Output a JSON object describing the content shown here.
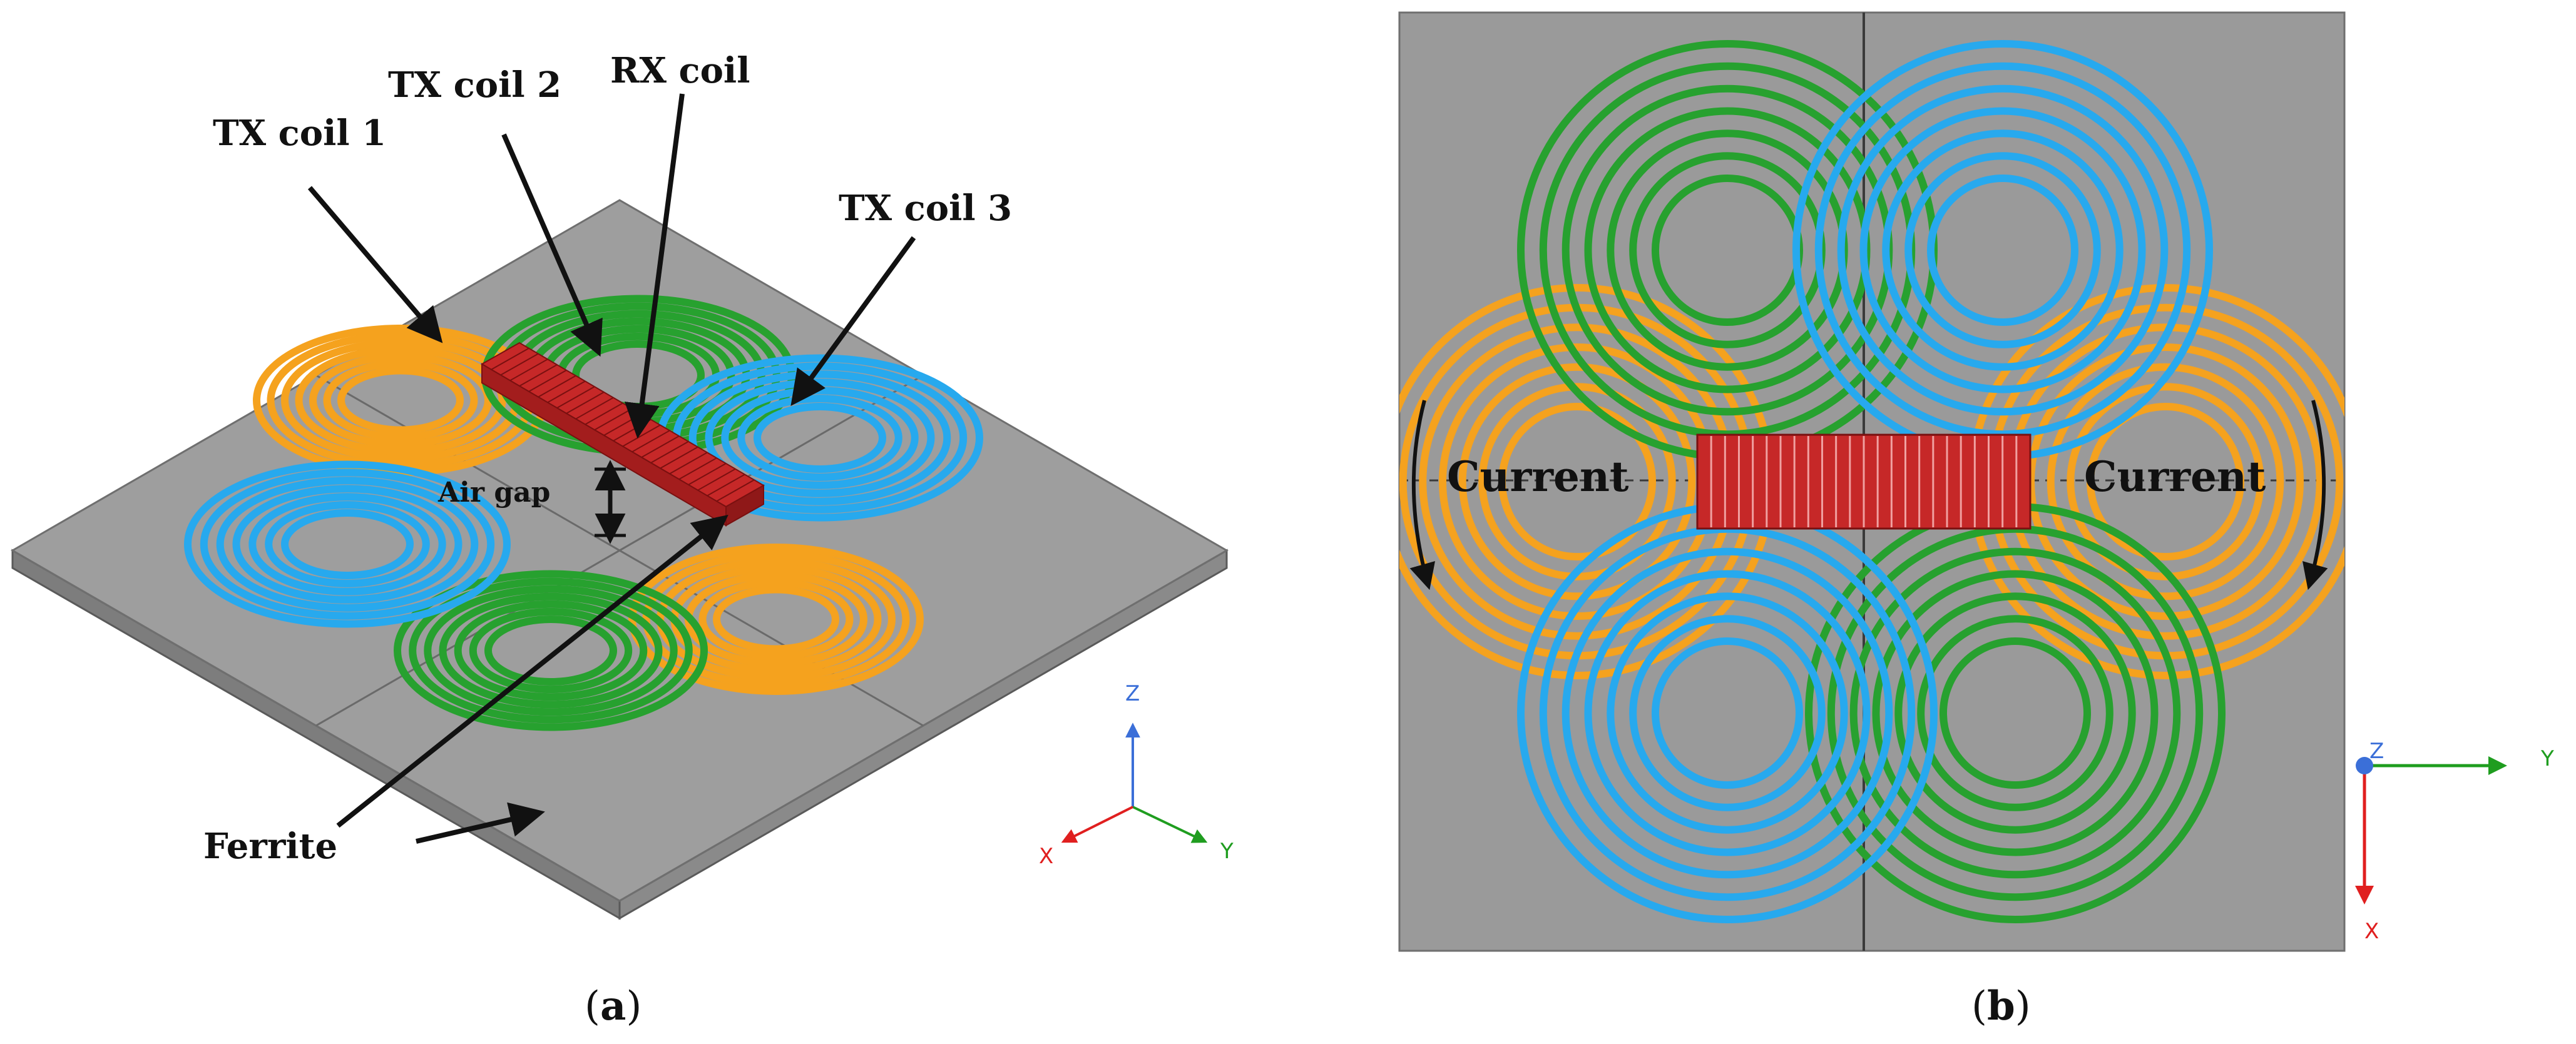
{
  "panel_a": {
    "labels": {
      "tx_coil_1": "TX coil 1",
      "tx_coil_2": "TX coil 2",
      "rx_coil": "RX coil",
      "tx_coil_3": "TX coil 3",
      "air_gap": "Air gap",
      "ferrite": "Ferrite"
    },
    "axes": {
      "x": "X",
      "y": "Y",
      "z": "Z"
    },
    "caption_pre": "(",
    "caption_letter": "a",
    "caption_post": ")"
  },
  "panel_b": {
    "labels": {
      "current_left": "Current",
      "current_right": "Current"
    },
    "axes": {
      "x": "X",
      "y": "Y",
      "z": "Z"
    },
    "caption_pre": "(",
    "caption_letter": "b",
    "caption_post": ")"
  },
  "colors": {
    "ferrite": "#9e9e9e",
    "ferrite_edge": "#6f6f6f",
    "tx_coil_1": "#f5a21e",
    "tx_coil_2": "#27a12f",
    "tx_coil_3": "#27a9ee",
    "rx_coil": "#c62828",
    "axis_x": "#e01f1f",
    "axis_y": "#1f9d1f",
    "axis_z": "#3b6fd8"
  }
}
